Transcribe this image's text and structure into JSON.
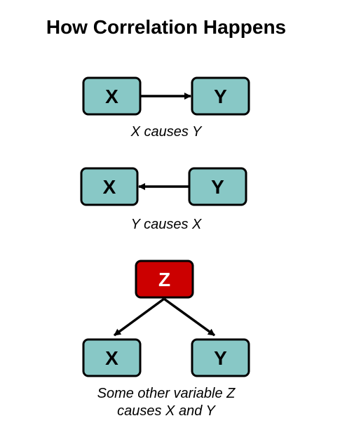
{
  "title": "How Correlation Happens",
  "colors": {
    "node_fill": "#88c8c6",
    "confounder_fill": "#cc0000",
    "outline": "#000000"
  },
  "panels": [
    {
      "caption": [
        "X causes Y"
      ],
      "nodes": {
        "x": "X",
        "y": "Y"
      }
    },
    {
      "caption": [
        "Y causes X"
      ],
      "nodes": {
        "x": "X",
        "y": "Y"
      }
    },
    {
      "caption": [
        "Some other variable Z",
        "causes X and Y"
      ],
      "nodes": {
        "z": "Z",
        "x": "X",
        "y": "Y"
      }
    }
  ]
}
